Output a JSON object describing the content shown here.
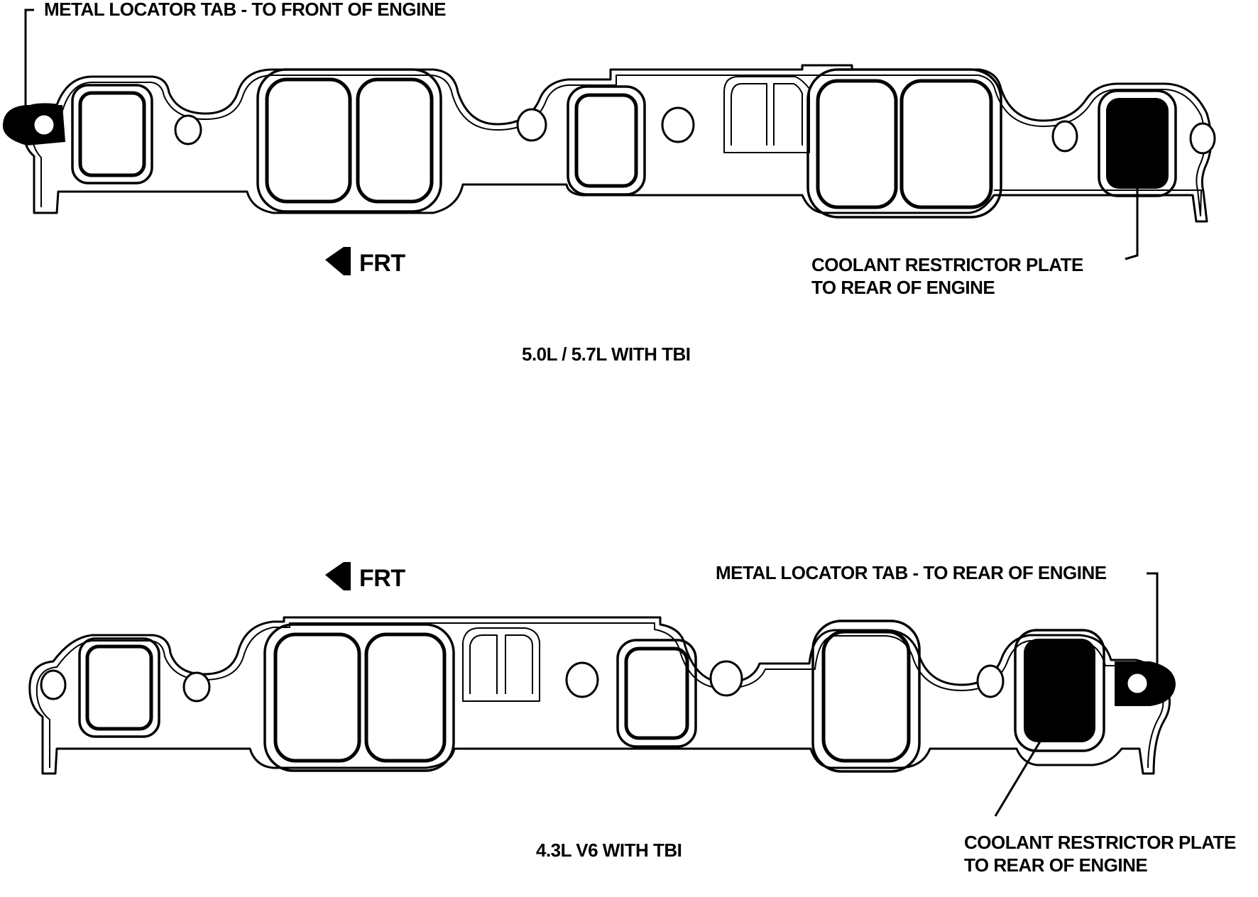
{
  "top_diagram": {
    "caption": "5.0L / 5.7L WITH TBI",
    "front_arrow_label": "FRT",
    "locator_tab_label": "METAL LOCATOR TAB - TO FRONT OF ENGINE",
    "restrictor_label_line1": "COOLANT RESTRICTOR PLATE",
    "restrictor_label_line2": "TO REAR OF ENGINE"
  },
  "bottom_diagram": {
    "caption": "4.3L V6 WITH TBI",
    "front_arrow_label": "FRT",
    "locator_tab_label": "METAL LOCATOR TAB - TO REAR OF ENGINE",
    "restrictor_label_line1": "COOLANT RESTRICTOR PLATE",
    "restrictor_label_line2": "TO REAR OF ENGINE"
  }
}
